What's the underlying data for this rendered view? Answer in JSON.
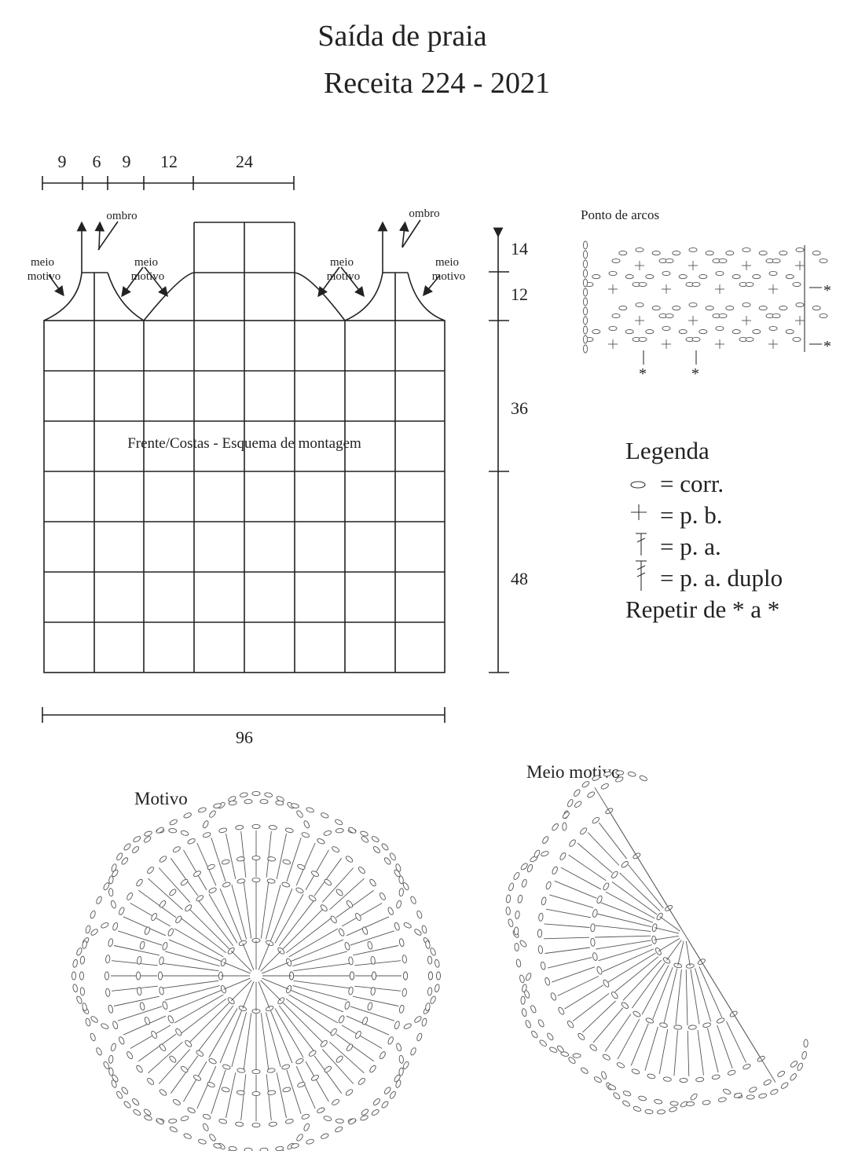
{
  "title": "Saída de praia",
  "subtitle": "Receita  224 - 2021",
  "top_dims": [
    "9",
    "6",
    "9",
    "12",
    "24"
  ],
  "bottom_dim": "96",
  "side_dims": [
    "14",
    "12",
    "36",
    "48"
  ],
  "labels": {
    "ombro": "ombro",
    "meio": "meio",
    "motivo": "motivo",
    "assembly": "Frente/Costas - Esquema de montagem",
    "stitch_title": "Ponto de arcos",
    "star": "*",
    "motif_title": "Motivo",
    "half_motif_title": "Meio motivo"
  },
  "legend": {
    "title": "Legenda",
    "items": [
      "= corr.",
      "= p. b.",
      "= p. a.",
      "= p. a. duplo"
    ],
    "repeat": "Repetir de * a *"
  }
}
